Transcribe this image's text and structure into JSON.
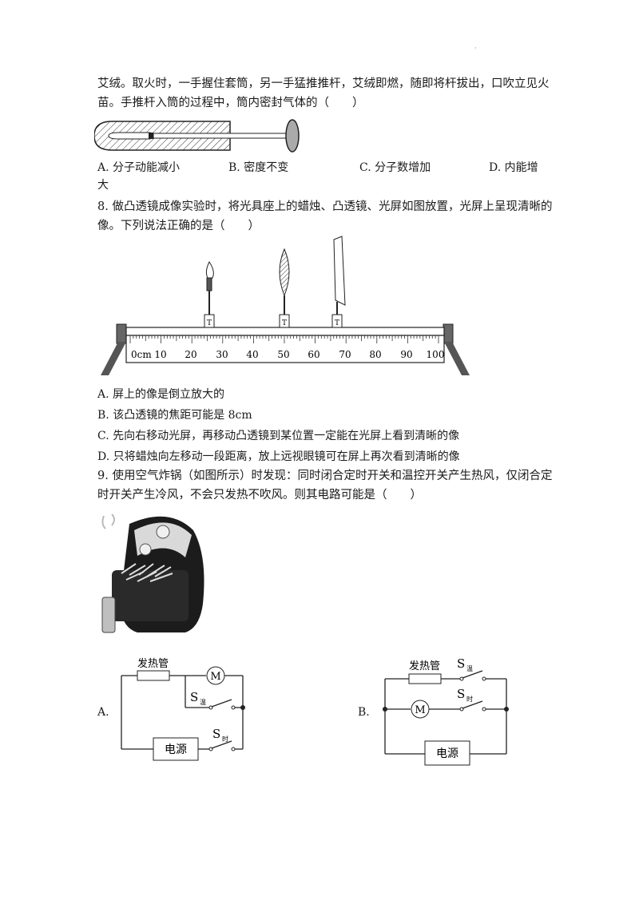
{
  "header_dot": "·",
  "q7": {
    "line1": "艾绒。取火时，一手握住套筒，另一手猛推推杆，艾绒即燃，随即将杆拔出，口吹立见火",
    "line2": "苗。手推杆入筒的过程中，筒内密封气体的（　　）",
    "options": [
      "A.  分子动能减小",
      "B.  密度不变",
      "C.  分子数增加",
      "D.  内能增"
    ],
    "option_d_wrap": "大"
  },
  "q8": {
    "line1": "8. 做凸透镜成像实验时，将光具座上的蜡烛、凸透镜、光屏如图放置，光屏上呈现清晰的",
    "line2": "像。下列说法正确的是（　　）",
    "bench_unit": "0cm",
    "bench_ticks": [
      "10",
      "20",
      "30",
      "40",
      "50",
      "60",
      "70",
      "80",
      "90",
      "100"
    ],
    "options": [
      "A.  屏上的像是倒立放大的",
      "B.  该凸透镜的焦距可能是 8cm",
      "C.  先向右移动光屏，再移动凸透镜到某位置一定能在光屏上看到清晰的像",
      "D.  只将蜡烛向左移动一段距离，放上远视眼镜可在屏上再次看到清晰的像"
    ]
  },
  "q9": {
    "line1": "9. 使用空气炸锅（如图所示）时发现：同时闭合定时开关和温控开关产生热风，仅闭合定",
    "line2": "时开关产生冷风，不会只发热不吹风。则其电路可能是（　　）",
    "circuit_a": {
      "label": "A.",
      "heater": "发热管",
      "motor": "M",
      "switch_temp": "S",
      "switch_temp_sub": "温",
      "switch_timer": "S",
      "switch_timer_sub": "时",
      "power": "电源"
    },
    "circuit_b": {
      "label": "B.",
      "heater": "发热管",
      "motor": "M",
      "switch_temp": "S",
      "switch_temp_sub": "温",
      "switch_timer": "S",
      "switch_timer_sub": "时",
      "power": "电源"
    }
  }
}
